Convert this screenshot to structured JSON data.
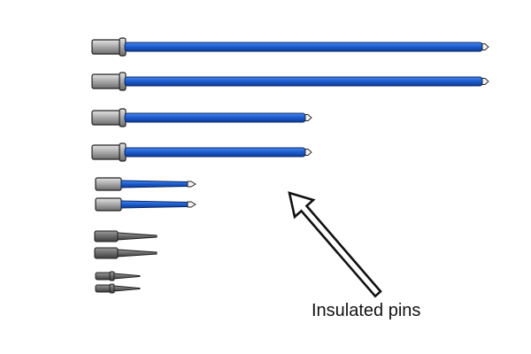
{
  "caption": "Insulated pins",
  "colors": {
    "insulation": "#1e5fd0",
    "insulation_dark": "#0d2f7a",
    "handle_light": "#d8d8d8",
    "handle_mid": "#9a9a9a",
    "handle_dark": "#555555",
    "outline": "#222222",
    "arrow_fill": "#ffffff"
  },
  "icons": [
    "long-insulated-pin",
    "medium-insulated-pin",
    "short-insulated-pin",
    "uninsulated-pin",
    "small-pin",
    "pointer-arrow"
  ]
}
